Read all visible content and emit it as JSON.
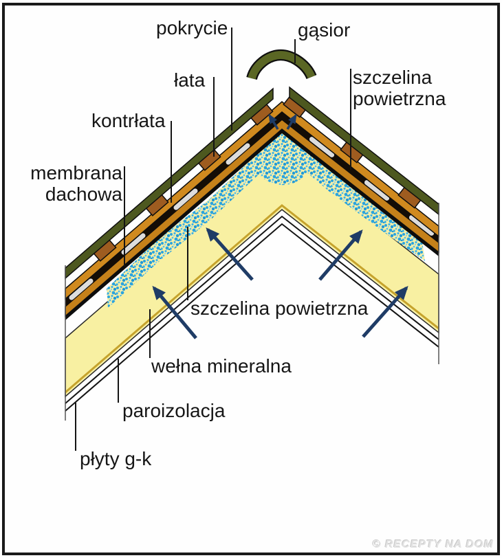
{
  "diagram_title": "roof ridge cross-section (construction layers)",
  "labels": {
    "pokrycie": "pokrycie",
    "gasior": "gąsior",
    "lata": "łata",
    "kontrlata": "kontrłata",
    "membrana_line1": "membrana",
    "membrana_line2": "dachowa",
    "szczelina_top_line1": "szczelina",
    "szczelina_top_line2": "powietrzna",
    "szczelina_center": "szczelina powietrzna",
    "welna_mineralna": "wełna mineralna",
    "paroizolacja": "paroizolacja",
    "plyty_gk": "płyty g-k"
  },
  "watermark": "© RECEPTY NA DOM",
  "colors": {
    "background": "#ffffff",
    "frame": "#1a1a1a",
    "roof_covering_green": "#4d581f",
    "ridge_tile_green": "#5a6624",
    "batten_brown": "#9e5c20",
    "counter_batten_orange": "#d08a1f",
    "lower_board_orange": "#c5811a",
    "membrane_black": "#0d0d0d",
    "air_gap_speckle_blue": "#2ba4df",
    "mineral_wool_yellow": "#f8f0a2",
    "vapour_barrier_gold": "#c6a32c",
    "arrow_navy": "#1f3c66",
    "leader_line": "#141414"
  }
}
